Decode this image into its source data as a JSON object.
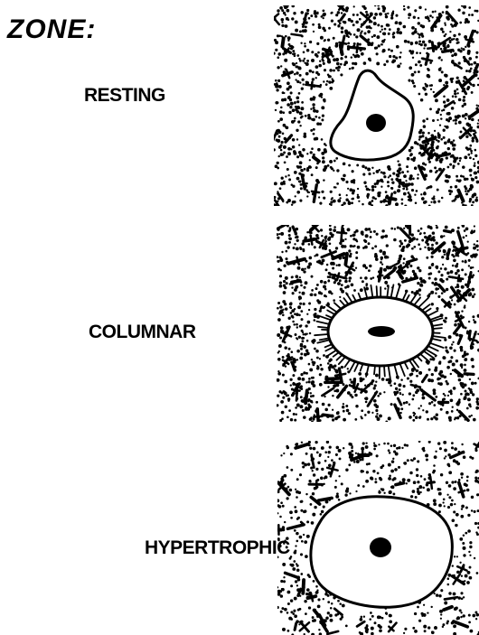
{
  "heading": "ZONE:",
  "zones": [
    {
      "label": "RESTING"
    },
    {
      "label": "COLUMNAR"
    },
    {
      "label": "HYPERTROPHIC"
    }
  ],
  "colors": {
    "ink": "#000000",
    "paper": "#ffffff"
  }
}
